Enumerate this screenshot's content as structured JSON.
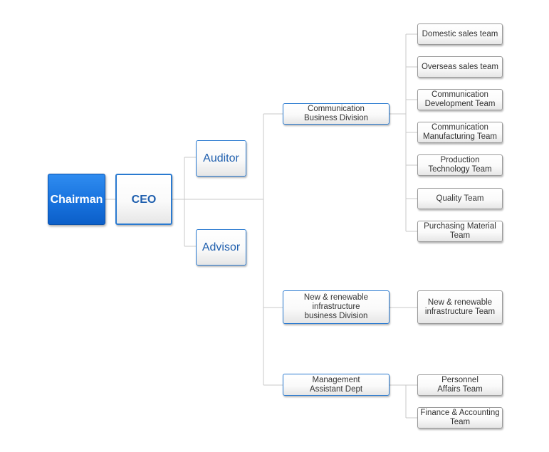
{
  "chart": {
    "chairman": "Chairman",
    "ceo": "CEO",
    "auditor": "Auditor",
    "advisor": "Advisor",
    "divisions": [
      {
        "label": "Communication\nBusiness Division",
        "teams": [
          "Domestic sales team",
          "Overseas sales team",
          "Communication\nDevelopment Team",
          "Communication\nManufacturing Team",
          "Production\nTechnology Team",
          "Quality Team",
          "Purchasing Material\nTeam"
        ]
      },
      {
        "label": "New & renewable\ninfrastructure\nbusiness  Division",
        "teams": [
          "New & renewable\ninfrastructure Team"
        ]
      },
      {
        "label": "Management\nAssistant Dept",
        "teams": [
          "Personnel\nAffairs Team",
          "Finance & Accounting\nTeam"
        ]
      }
    ]
  },
  "colors": {
    "accent_blue": "#2a7ad0",
    "chairman_fill": "#1670dc",
    "connector": "#c8c8c8"
  }
}
